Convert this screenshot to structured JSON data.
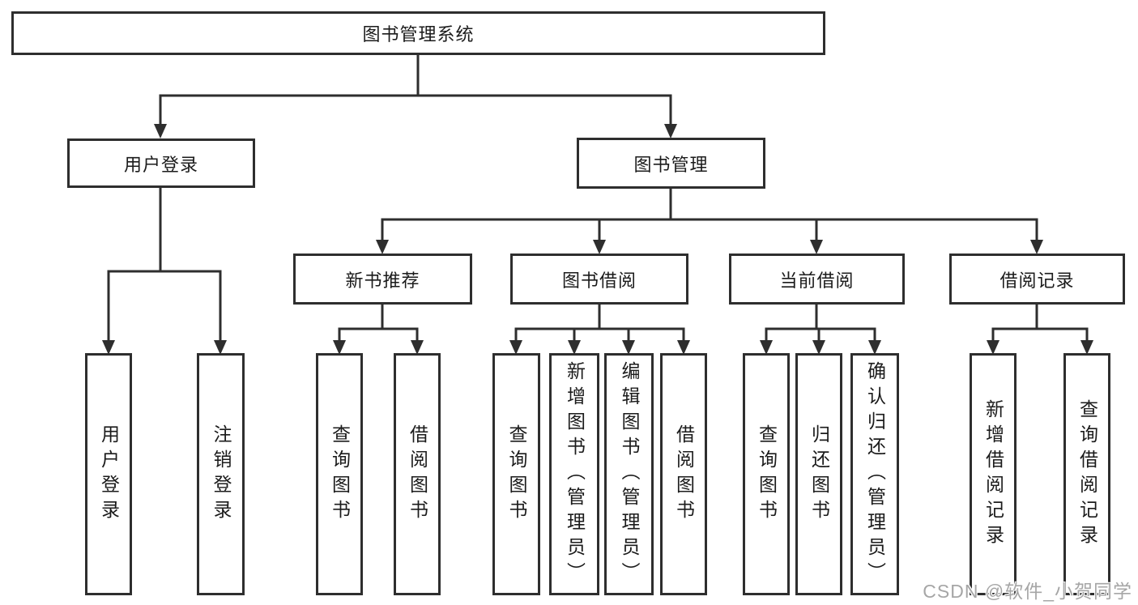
{
  "root": {
    "label": "图书管理系统"
  },
  "level2": {
    "user_login": {
      "label": "用户登录"
    },
    "book_mgmt": {
      "label": "图书管理"
    }
  },
  "level3": {
    "new_books": {
      "label": "新书推荐"
    },
    "book_borrow": {
      "label": "图书借阅"
    },
    "current_borrow": {
      "label": "当前借阅"
    },
    "borrow_records": {
      "label": "借阅记录"
    }
  },
  "leaves": {
    "user_login": [
      "用户登录",
      "注销登录"
    ],
    "new_books": [
      "查询图书",
      "借阅图书"
    ],
    "book_borrow": [
      "查询图书",
      "新增图书（管理员）",
      "编辑图书（管理员）",
      "借阅图书"
    ],
    "current_borrow": [
      "查询图书",
      "归还图书",
      "确认归还（管理员）"
    ],
    "borrow_records": [
      "新增借阅记录",
      "查询借阅记录"
    ]
  },
  "watermark": {
    "text": "CSDN @软件_小贺同学"
  },
  "colors": {
    "line": "#2e2e2e",
    "box_border": "#2e2e2e",
    "box_background": "#ffffff",
    "text": "#1b1b1b",
    "watermark": "#a6a6a6",
    "page_background": "#ffffff"
  }
}
